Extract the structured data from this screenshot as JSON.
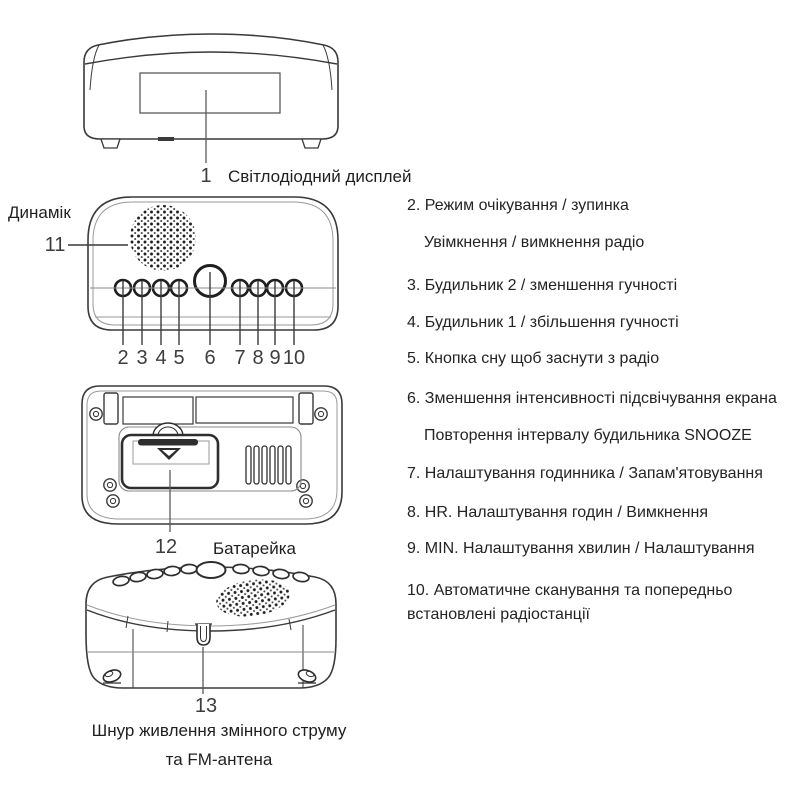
{
  "colors": {
    "ink": "#2e2e2e",
    "thin_line": "#9a9a9a",
    "text": "#242424",
    "background": "#ffffff"
  },
  "views": {
    "front": {
      "number": "1",
      "label": "Світлодіодний дисплей"
    },
    "top": {
      "speaker_name": "Динамік",
      "speaker_number": "11",
      "buttons": [
        "2",
        "3",
        "4",
        "5",
        "6",
        "7",
        "8",
        "9",
        "10"
      ]
    },
    "back": {
      "number": "12",
      "label": "Батарейка"
    },
    "bottom": {
      "number": "13",
      "label_line_1": "Шнур живлення змінного струму",
      "label_line_2": "та FM-антена"
    }
  },
  "instructions": {
    "lines": [
      {
        "text": "2. Режим очікування / зупинка"
      },
      {
        "text": "Увімкнення / вимкнення радіо"
      },
      {
        "text": "3. Будильник 2 / зменшення гучності"
      },
      {
        "text": "4. Будильник 1 / збільшення гучності"
      },
      {
        "text": "5. Кнопка сну щоб заснути з радіо"
      },
      {
        "text": "6. Зменшення інтенсивності підсвічування екрана"
      },
      {
        "text": "Повторення інтервалу будильника SNOOZE"
      },
      {
        "text": "7. Налаштування годинника / Запам'ятовування"
      },
      {
        "text": "8. HR. Налаштування годин / Вимкнення"
      },
      {
        "text": "9. MIN. Налаштування хвилин / Налаштування"
      },
      {
        "text": "10. Автоматичне сканування та попередньо встановлені радіостанції"
      }
    ]
  }
}
